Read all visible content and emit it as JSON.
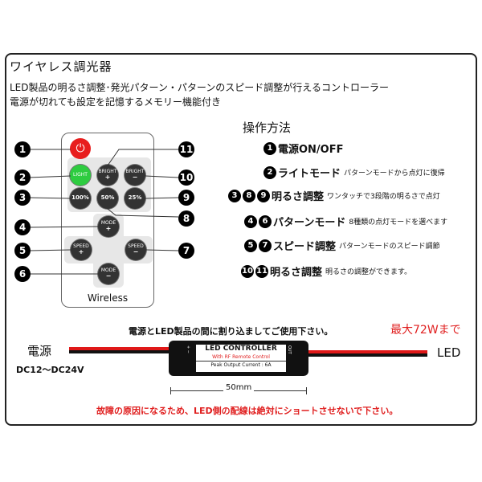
{
  "title": "ワイヤレス調光器",
  "subtitle_1": "LED製品の明るさ調整･発光パターン・パターンのスピード調整が行えるコントローラー",
  "subtitle_2": "電源が切れても設定を記憶するメモリー機能付き",
  "remote": {
    "wireless_label": "Wireless",
    "buttons": {
      "light": "LIGHT",
      "bright_up": "BRIGHT",
      "bright_down": "BRIGHT",
      "p100": "100%",
      "p50": "50%",
      "p25": "25%",
      "mode_up": "MODE",
      "mode_down": "MODE",
      "speed_left": "SPEED",
      "speed_right": "SPEED",
      "plus": "+",
      "minus": "−"
    },
    "power_icon": "power-icon"
  },
  "badges": {
    "n1": "1",
    "n2": "2",
    "n3": "3",
    "n4": "4",
    "n5": "5",
    "n6": "6",
    "n7": "7",
    "n8": "8",
    "n9": "9",
    "n10": "10",
    "n11": "11"
  },
  "operations": {
    "title": "操作方法",
    "items": [
      {
        "nums": [
          "1"
        ],
        "main": "電源ON/OFF",
        "note": ""
      },
      {
        "nums": [
          "2"
        ],
        "main": "ライトモード",
        "note": "パターンモードから点灯に復帰"
      },
      {
        "nums": [
          "3",
          "8",
          "9"
        ],
        "main": "明るさ調整",
        "note": "ワンタッチで3段階の明るさで点灯"
      },
      {
        "nums": [
          "4",
          "6"
        ],
        "main": "パターンモード",
        "note": "8種類の点灯モードを選べます"
      },
      {
        "nums": [
          "5",
          "7"
        ],
        "main": "スピード調整",
        "note": "パターンモードのスピード調節"
      },
      {
        "nums": [
          "10",
          "11"
        ],
        "main": "明るさ調整",
        "note": "明るさの調整ができます。"
      }
    ]
  },
  "wiring": {
    "notice": "電源とLED製品の間に割り込ましてご使用下さい。",
    "max_watt": "最大72Wまで",
    "power_label": "電源",
    "voltage": "DC12〜DC24V",
    "led_label": "LED",
    "controller": {
      "line1": "LED CONTROLLER",
      "line2": "With RF Remote Control",
      "line3": "Peak Output Current : 6A",
      "left_end": "+ −",
      "right_end": "OUT"
    },
    "dimension": "50mm",
    "warning": "故障の原因になるため、LED側の配線は絶対にショートさせないで下さい。"
  },
  "colors": {
    "red": "#e02020",
    "green": "#2ecc40",
    "power": "#e81d1d",
    "dark": "#333333"
  }
}
